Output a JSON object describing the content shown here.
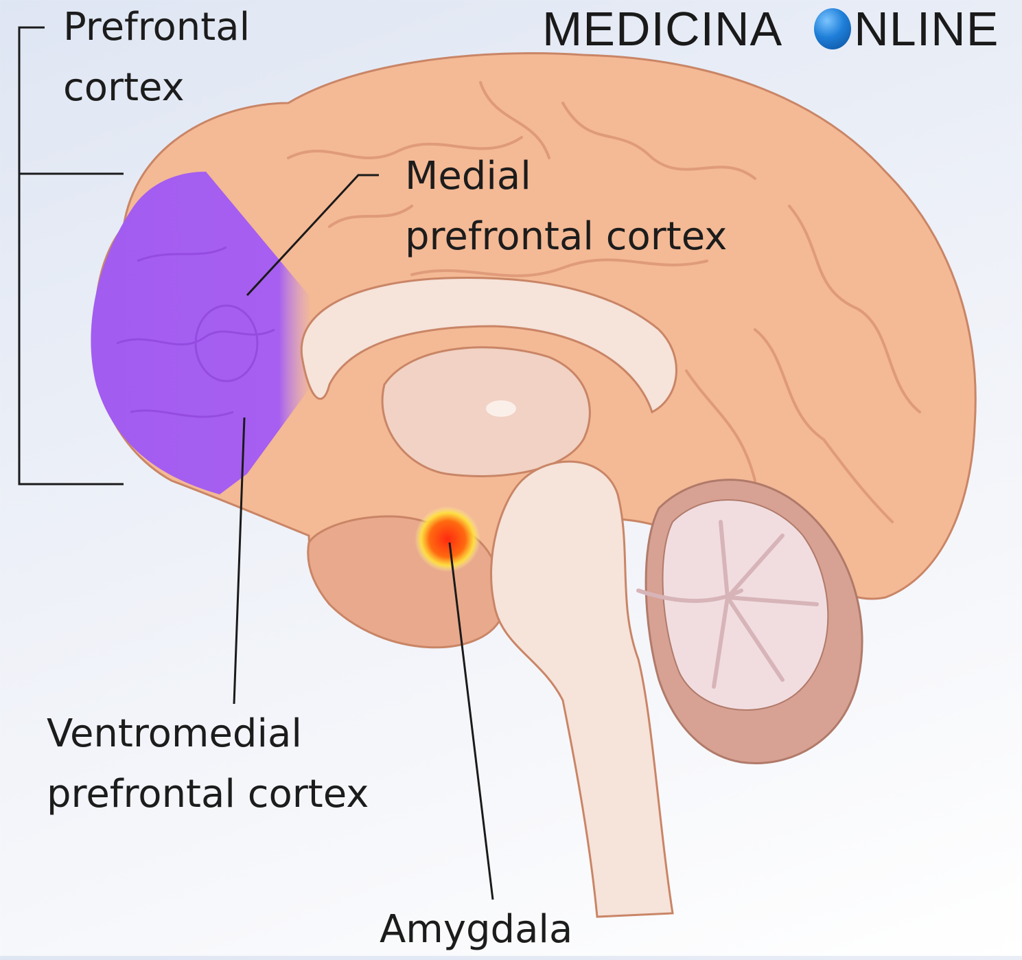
{
  "logo": {
    "text_left": "MEDICINA",
    "text_right": "NLINE",
    "full_text": "MEDICINA ONLINE",
    "ball_color": "#1f7fd8"
  },
  "labels": {
    "prefrontal": {
      "line1": "Prefrontal",
      "line2": "cortex"
    },
    "medial": {
      "line1": "Medial",
      "line2": "prefrontal cortex"
    },
    "ventromedial": {
      "line1": "Ventromedial",
      "line2": "prefrontal cortex"
    },
    "amygdala": "Amygdala"
  },
  "colors": {
    "cortex": "#f4b995",
    "prefrontal_highlight": "#a25cf0",
    "amygdala_highlight": "#ff3b1a",
    "white_matter": "#f6e3da"
  }
}
